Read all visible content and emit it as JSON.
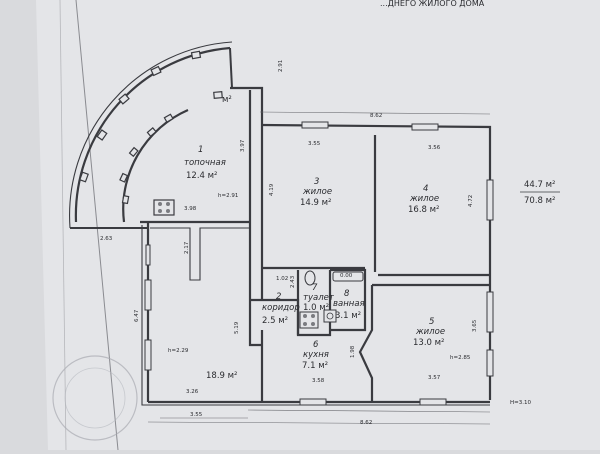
{
  "header": {
    "partial_title": "...ДНЕГО ЖИЛОГО ДОМА"
  },
  "summary": {
    "living_area": "44.7 м²",
    "total_area": "70.8 м²"
  },
  "ceiling_heights": {
    "furnace_room": "h=2.91",
    "main_hall": "h=2.29",
    "living_5": "h=2.85",
    "house": "H=3.10"
  },
  "rooms": [
    {
      "num": "1",
      "name": "топочная",
      "area": "12.4 м²"
    },
    {
      "num": "2",
      "name": "коридор",
      "area": "2.5 м²"
    },
    {
      "num": "3",
      "name": "жилое",
      "area": "14.9 м²"
    },
    {
      "num": "4",
      "name": "жилое",
      "area": "16.8 м²"
    },
    {
      "num": "5",
      "name": "жилое",
      "area": "13.0 м²"
    },
    {
      "num": "6",
      "name": "кухня",
      "area": "7.1 м²"
    },
    {
      "num": "7",
      "name": "туалет",
      "area": "1.0 м²"
    },
    {
      "num": "8",
      "name": "ванная",
      "area": "3.1 м²"
    },
    {
      "num": "",
      "name": "",
      "area": "18.9 м²"
    },
    {
      "num": "",
      "name": "",
      "area": "м²"
    }
  ],
  "dimensions": {
    "d_2_91": "2.91",
    "d_8_62_top": "8.62",
    "d_3_97": "3.97",
    "d_3_55_top": "3.55",
    "d_3_56": "3.56",
    "d_4_19": "4.19",
    "d_4_72": "4.72",
    "d_3_98": "3.98",
    "d_2_63": "2.63",
    "d_2_17": "2.17",
    "d_6_47": "6.47",
    "d_1_02": "1.02",
    "d_0_00": "0.00",
    "d_2_43": "2.43",
    "d_5_19": "5.19",
    "d_1_98": "1.98",
    "d_3_65": "3.65",
    "d_3_26": "3.26",
    "d_3_58": "3.58",
    "d_3_57": "3.57",
    "d_3_55_bottom": "3.55",
    "d_8_62_bottom": "8.62"
  },
  "colors": {
    "paper": "#e4e5e8",
    "ink": "#3a3b40",
    "background": "#d9dadd"
  }
}
